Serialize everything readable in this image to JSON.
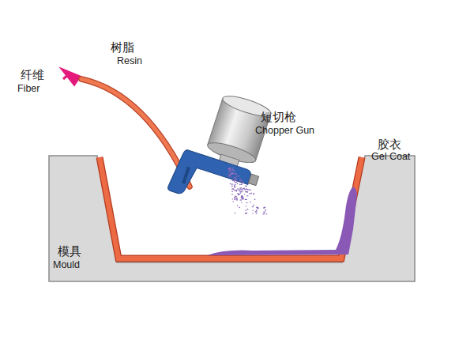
{
  "diagram": {
    "labels": [
      "纤维",
      "Fiber",
      "树脂",
      "Resin",
      "短切枪",
      "Chopper Gun",
      "胶衣",
      "Gel Coat",
      "模具",
      "Mould"
    ]
  }
}
